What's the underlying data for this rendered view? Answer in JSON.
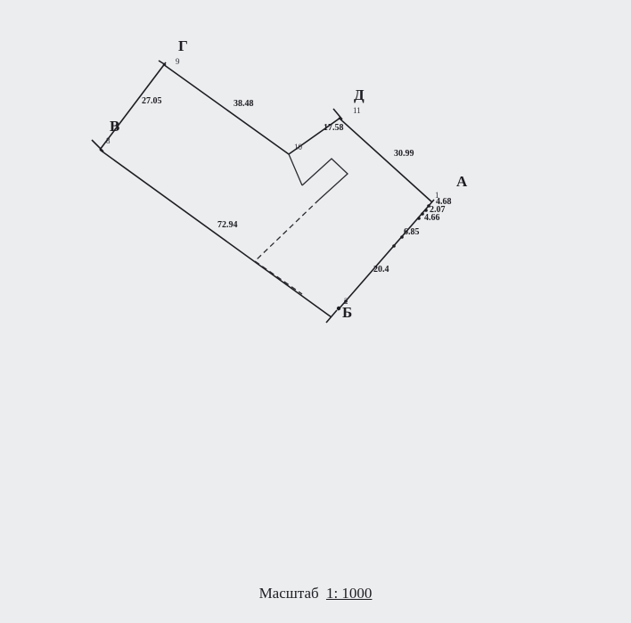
{
  "corners": {
    "g": "Г",
    "d": "Д",
    "v": "В",
    "a": "А",
    "b": "Б"
  },
  "vertex_numbers": {
    "n9": "9",
    "n11": "11",
    "n10": "10",
    "n8": "8",
    "n1": "1",
    "n2": "2"
  },
  "segment_lengths": {
    "v_g": "27.05",
    "g_10": "38.48",
    "v10_d": "17.58",
    "d_a": "30.99",
    "v_b": "72.94",
    "a_1": "4.68",
    "a_2": "2.07",
    "a_3": "4.66",
    "a_4": "6.85",
    "a_5": "20.4"
  },
  "scale": {
    "label": "Масштаб",
    "value": "1: 1000"
  }
}
